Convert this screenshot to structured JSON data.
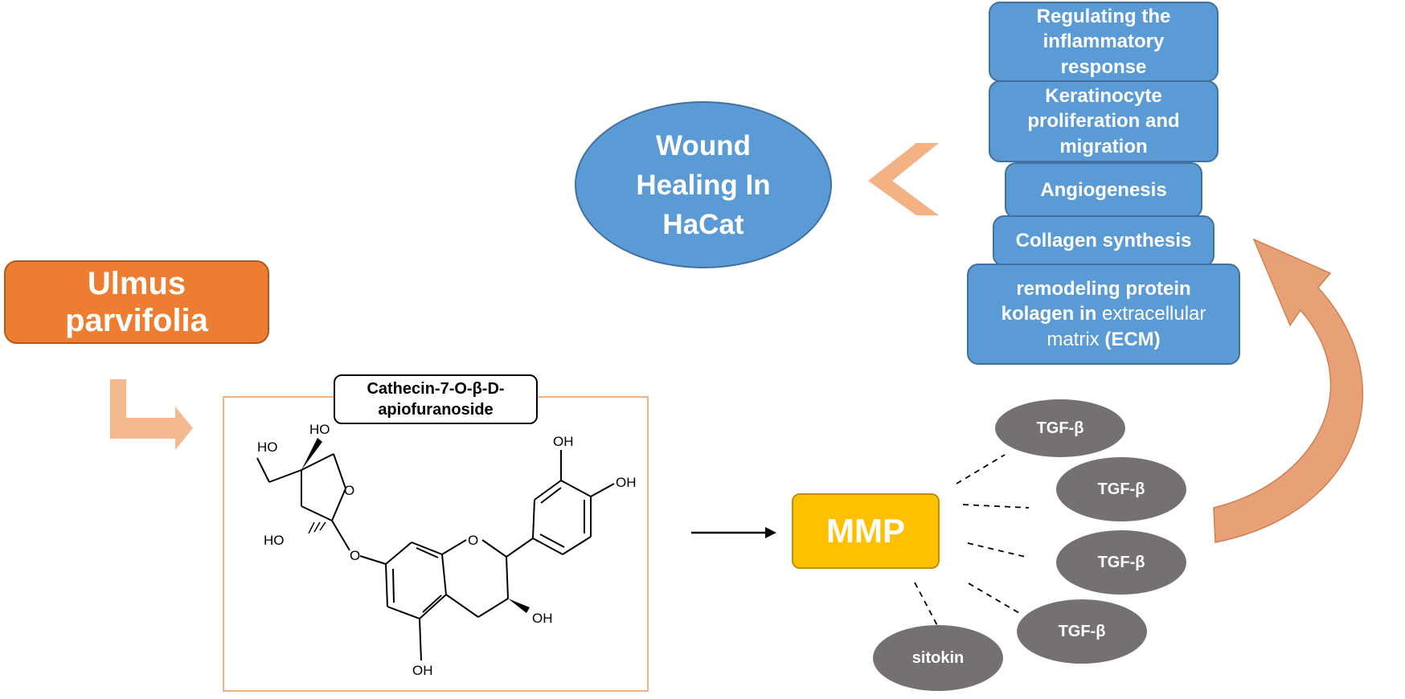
{
  "plant": {
    "label": "Ulmus parvifolia"
  },
  "compound": {
    "label": "Cathecin-7-O-β-D-apiofuranoside"
  },
  "structure": {
    "groups": [
      "HO",
      "HO",
      "HO",
      "O",
      "O",
      "O",
      "OH",
      "OH",
      "OH",
      "OH"
    ]
  },
  "mmp": {
    "label": "MMP"
  },
  "factors": [
    {
      "label": "TGF-β"
    },
    {
      "label": "TGF-β"
    },
    {
      "label": "TGF-β"
    },
    {
      "label": "TGF-β"
    },
    {
      "label": "sitokin"
    }
  ],
  "outcome": {
    "label": "Wound Healing In HaCat"
  },
  "processes": [
    {
      "label": "Regulating the inflammatory response"
    },
    {
      "label": "Keratinocyte proliferation and migration"
    },
    {
      "label": "Angiogenesis"
    },
    {
      "label": "Collagen synthesis"
    },
    {
      "bold": "remodeling protein kolagen in",
      "normal": "extracellular matrix",
      "bold2": "(ECM)"
    }
  ],
  "colors": {
    "plant": "#ed7d31",
    "process": "#5b9bd5",
    "mmp": "#ffc000",
    "factor": "#767171",
    "arrow": "#f4b183"
  }
}
